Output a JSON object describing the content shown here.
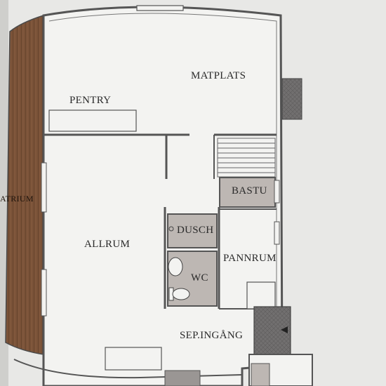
{
  "rooms": {
    "matplats": "MATPLATS",
    "pentry": "PENTRY",
    "bastu": "BASTU",
    "dusch": "DUSCH",
    "allrum": "ALLRUM",
    "wc": "WC",
    "pannrum": "PANNRUM",
    "sep_ingang": "SEP.INGÅNG",
    "atrium": "ATRIUM"
  },
  "colors": {
    "paper": "#f3f3f1",
    "page_bg": "#e8e8e6",
    "wall": "#5a5a5a",
    "wet_room": "#bdb7b3",
    "deck_wood": "#7a5238",
    "chimney": "#6f6a66",
    "entrance": "#7f7b77"
  }
}
